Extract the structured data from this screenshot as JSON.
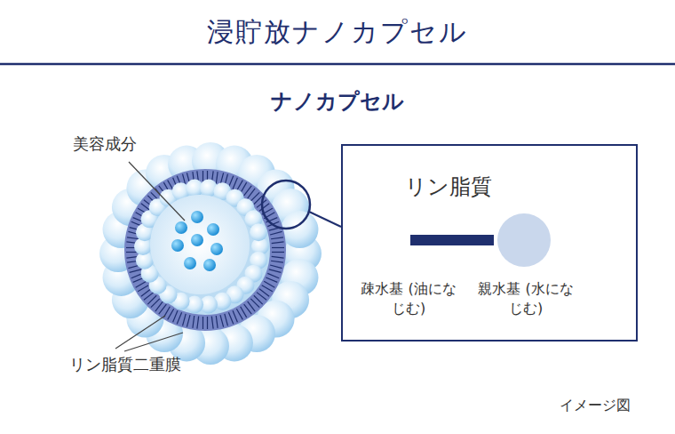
{
  "diagram": {
    "title": "浸貯放ナノカプセル",
    "nodes": [
      {
        "text": [
          "リン脂質",
          "疎水基 (油になじむ)",
          "親水基 (水になじむ)"
        ]
      }
    ],
    "labels": [
      "ナノカプセル",
      "美容成分",
      "リン脂質二重膜",
      "イメージ図"
    ]
  }
}
